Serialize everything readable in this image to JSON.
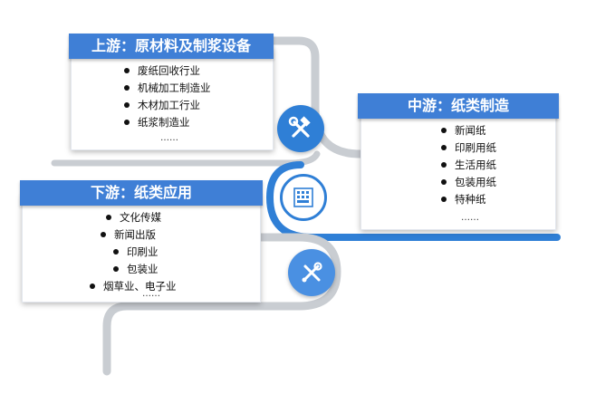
{
  "upstream": {
    "title": "上游：原材料及制浆设备",
    "items": [
      "废纸回收行业",
      "机械加工制造业",
      "木材加工行业",
      "纸浆制造业"
    ],
    "more": "……"
  },
  "midstream": {
    "title": "中游：纸类制造",
    "items": [
      "新闻纸",
      "印刷用纸",
      "生活用纸",
      "包装用纸",
      "特种纸"
    ],
    "more": "……"
  },
  "downstream": {
    "title": "下游：纸类应用",
    "items": [
      "文化传媒",
      "新闻出版",
      "印刷业",
      "包装业",
      "烟草业、电子业"
    ],
    "more": "……"
  },
  "icons": {
    "upstream": "hammer-wrench-icon",
    "midstream": "factory-panel-icon",
    "downstream": "wrench-screwdriver-icon"
  },
  "colors": {
    "header_blue": "#3f7fd6",
    "circle_blue": "#2f7fd6",
    "connector_gray": "#c9cdd2",
    "connector_blue": "#2f7fd6"
  }
}
